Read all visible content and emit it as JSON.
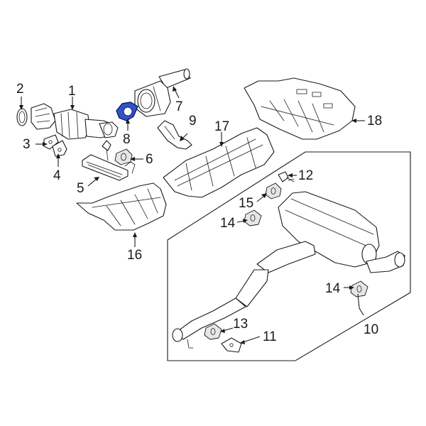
{
  "diagram": {
    "highlight_color": "#2f55c8",
    "callouts": [
      {
        "id": "c2",
        "label": "2"
      },
      {
        "id": "c1",
        "label": "1"
      },
      {
        "id": "c3",
        "label": "3"
      },
      {
        "id": "c4",
        "label": "4"
      },
      {
        "id": "c5",
        "label": "5"
      },
      {
        "id": "c6",
        "label": "6"
      },
      {
        "id": "c7",
        "label": "7"
      },
      {
        "id": "c8",
        "label": "8"
      },
      {
        "id": "c9",
        "label": "9"
      },
      {
        "id": "c17",
        "label": "17"
      },
      {
        "id": "c18",
        "label": "18"
      },
      {
        "id": "c12",
        "label": "12"
      },
      {
        "id": "c15",
        "label": "15"
      },
      {
        "id": "c14a",
        "label": "14"
      },
      {
        "id": "c16",
        "label": "16"
      },
      {
        "id": "c14b",
        "label": "14"
      },
      {
        "id": "c10",
        "label": "10"
      },
      {
        "id": "c13",
        "label": "13"
      },
      {
        "id": "c11",
        "label": "11"
      }
    ]
  }
}
